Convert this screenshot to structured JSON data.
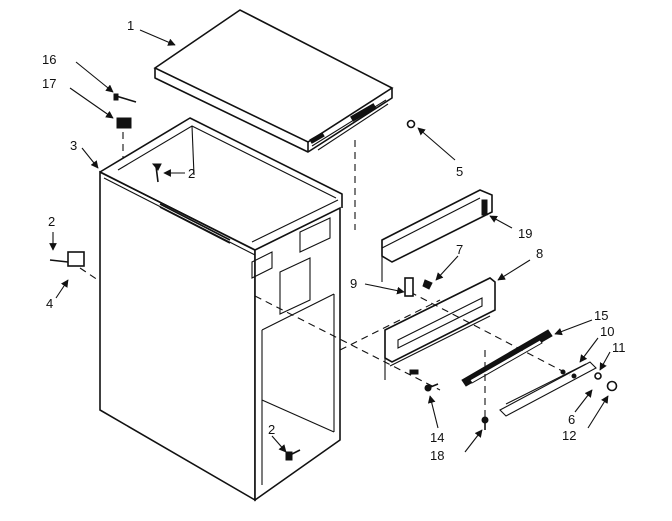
{
  "diagram": {
    "type": "exploded-parts-view",
    "callouts": [
      {
        "id": "c1",
        "label": "1"
      },
      {
        "id": "c2a",
        "label": "2"
      },
      {
        "id": "c2b",
        "label": "2"
      },
      {
        "id": "c2c",
        "label": "2"
      },
      {
        "id": "c3",
        "label": "3"
      },
      {
        "id": "c4",
        "label": "4"
      },
      {
        "id": "c5",
        "label": "5"
      },
      {
        "id": "c6",
        "label": "6"
      },
      {
        "id": "c7",
        "label": "7"
      },
      {
        "id": "c8",
        "label": "8"
      },
      {
        "id": "c9",
        "label": "9"
      },
      {
        "id": "c10",
        "label": "10"
      },
      {
        "id": "c11",
        "label": "11"
      },
      {
        "id": "c12",
        "label": "12"
      },
      {
        "id": "c14",
        "label": "14"
      },
      {
        "id": "c15",
        "label": "15"
      },
      {
        "id": "c16",
        "label": "16"
      },
      {
        "id": "c17",
        "label": "17"
      },
      {
        "id": "c18",
        "label": "18"
      },
      {
        "id": "c19",
        "label": "19"
      }
    ]
  }
}
